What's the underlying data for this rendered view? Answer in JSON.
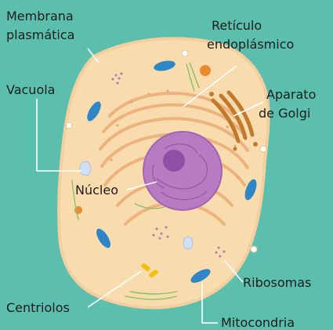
{
  "labels": {
    "membrana_line1": "Membrana",
    "membrana_line2": "plasmática",
    "reticulo_line1": "Retículo",
    "reticulo_line2": "endoplásmico",
    "vacuola": "Vacuola",
    "aparato_line1": "Aparato",
    "aparato_line2": "de Golgi",
    "nucleo": "Núcleo",
    "ribosomas": "Ribosomas",
    "centriolos": "Centriolos",
    "mitocondria": "Mitocondria"
  },
  "colors": {
    "background": "#5cbfad",
    "cytoplasm": "#f8dcae",
    "membrane": "#f3cfa0",
    "endoplasmic_reticulum": "#eeb27e",
    "golgi": "#c07a2e",
    "nucleus": "#b77bc1",
    "nucleolus": "#8f4fa6",
    "mitochondria": "#2f86c6",
    "vacuole": "#cfe0f2",
    "centrioles": "#f0c20e",
    "ribosomes": "#b07ab8",
    "filaments": "#8bbf6a",
    "orange_organelle": "#ec8a2e"
  }
}
